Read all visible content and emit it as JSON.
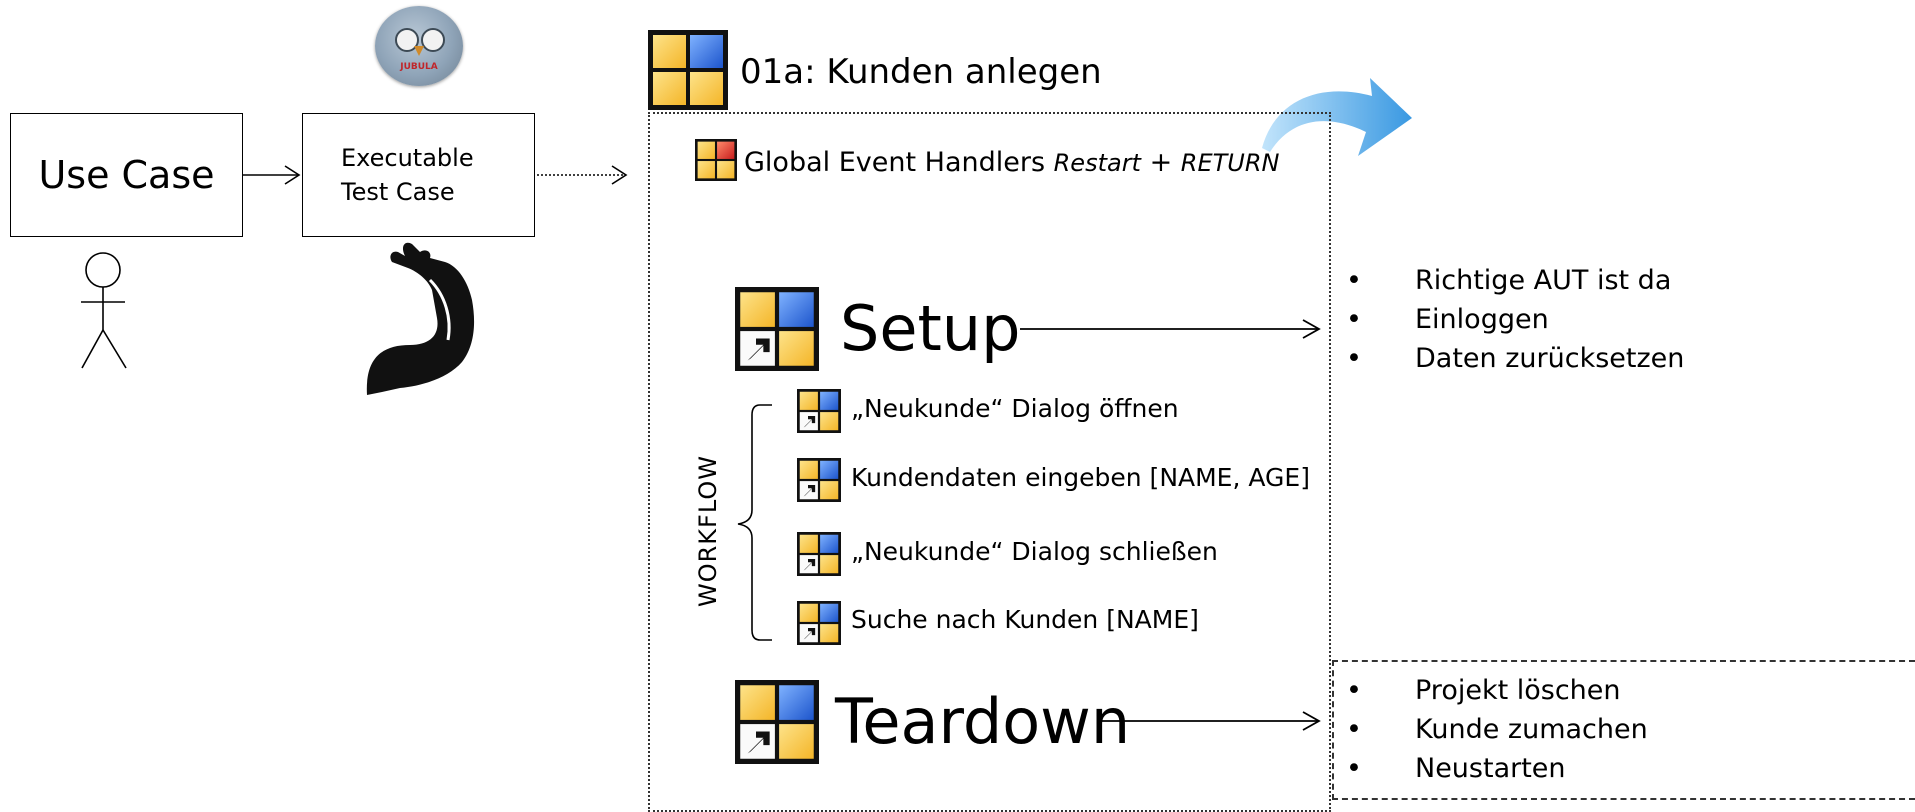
{
  "left": {
    "use_case_label": "Use Case",
    "executable_line1": "Executable",
    "executable_line2": "Test Case",
    "logo_text": "JUBULA"
  },
  "test_case": {
    "title": "01a: Kunden anlegen",
    "global_handlers_label": "Global Event Handlers",
    "global_handlers_italic1": "Restart",
    "global_handlers_plus": "+",
    "global_handlers_italic2": "RETURN"
  },
  "setup": {
    "label": "Setup",
    "bullets": [
      "Richtige AUT ist da",
      "Einloggen",
      "Daten zurücksetzen"
    ]
  },
  "workflow": {
    "label": "WORKFLOW",
    "steps": [
      "„Neukunde“ Dialog öffnen",
      "Kundendaten eingeben [NAME, AGE]",
      "„Neukunde“ Dialog schließen",
      "Suche nach Kunden [NAME]"
    ]
  },
  "teardown": {
    "label": "Teardown",
    "bullets": [
      "Projekt löschen",
      "Kunde zumachen",
      "Neustarten"
    ]
  },
  "colors": {
    "blue": "#2f6fe0",
    "yellow": "#f7c640",
    "red": "#d8262a",
    "arrow_blue": "#4aa8ec"
  }
}
